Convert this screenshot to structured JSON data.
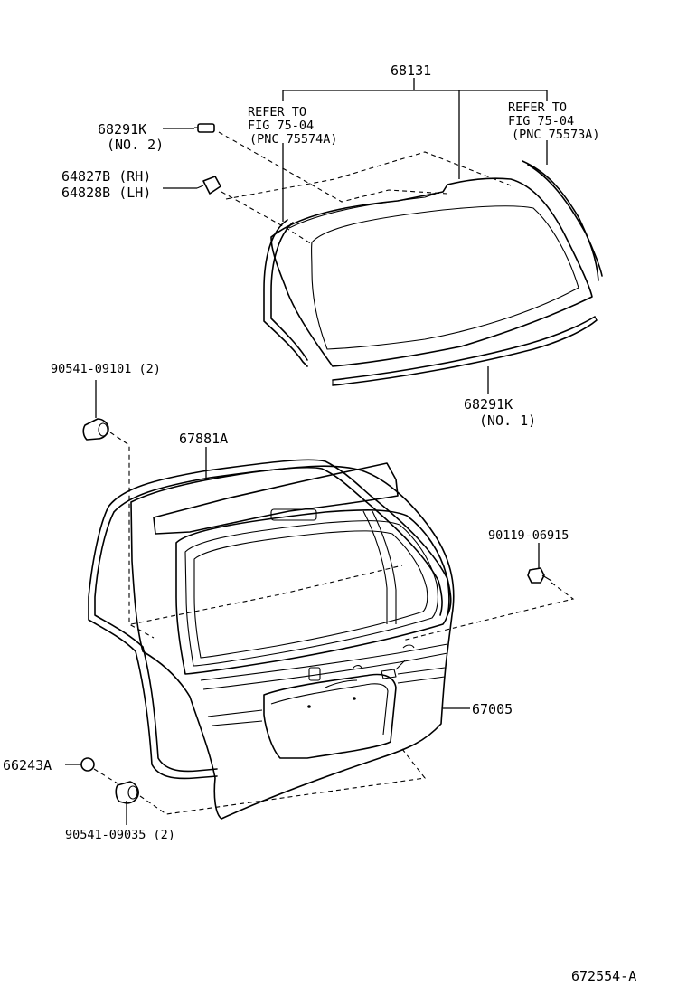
{
  "labels": {
    "top_glass": "68131",
    "refer_left_1": "REFER TO",
    "refer_left_2": "FIG 75-04",
    "refer_left_3": "(PNC 75574A)",
    "refer_right_1": "REFER TO",
    "refer_right_2": "FIG 75-04",
    "refer_right_3": "(PNC 75573A)",
    "clip_no2": "68291K",
    "clip_no2_qty": "(NO. 2)",
    "hinge_rh": "64827B (RH)",
    "hinge_lh": "64828B (LH)",
    "bumper_top": "90541-09101 (2)",
    "weatherstrip": "67881A",
    "molding_no1": "68291K",
    "molding_no1_qty": "(NO. 1)",
    "bolt": "90119-06915",
    "door_panel": "67005",
    "plug": "66243A",
    "bumper_bottom": "90541-09035 (2)",
    "diagram_id": "672554-A"
  }
}
